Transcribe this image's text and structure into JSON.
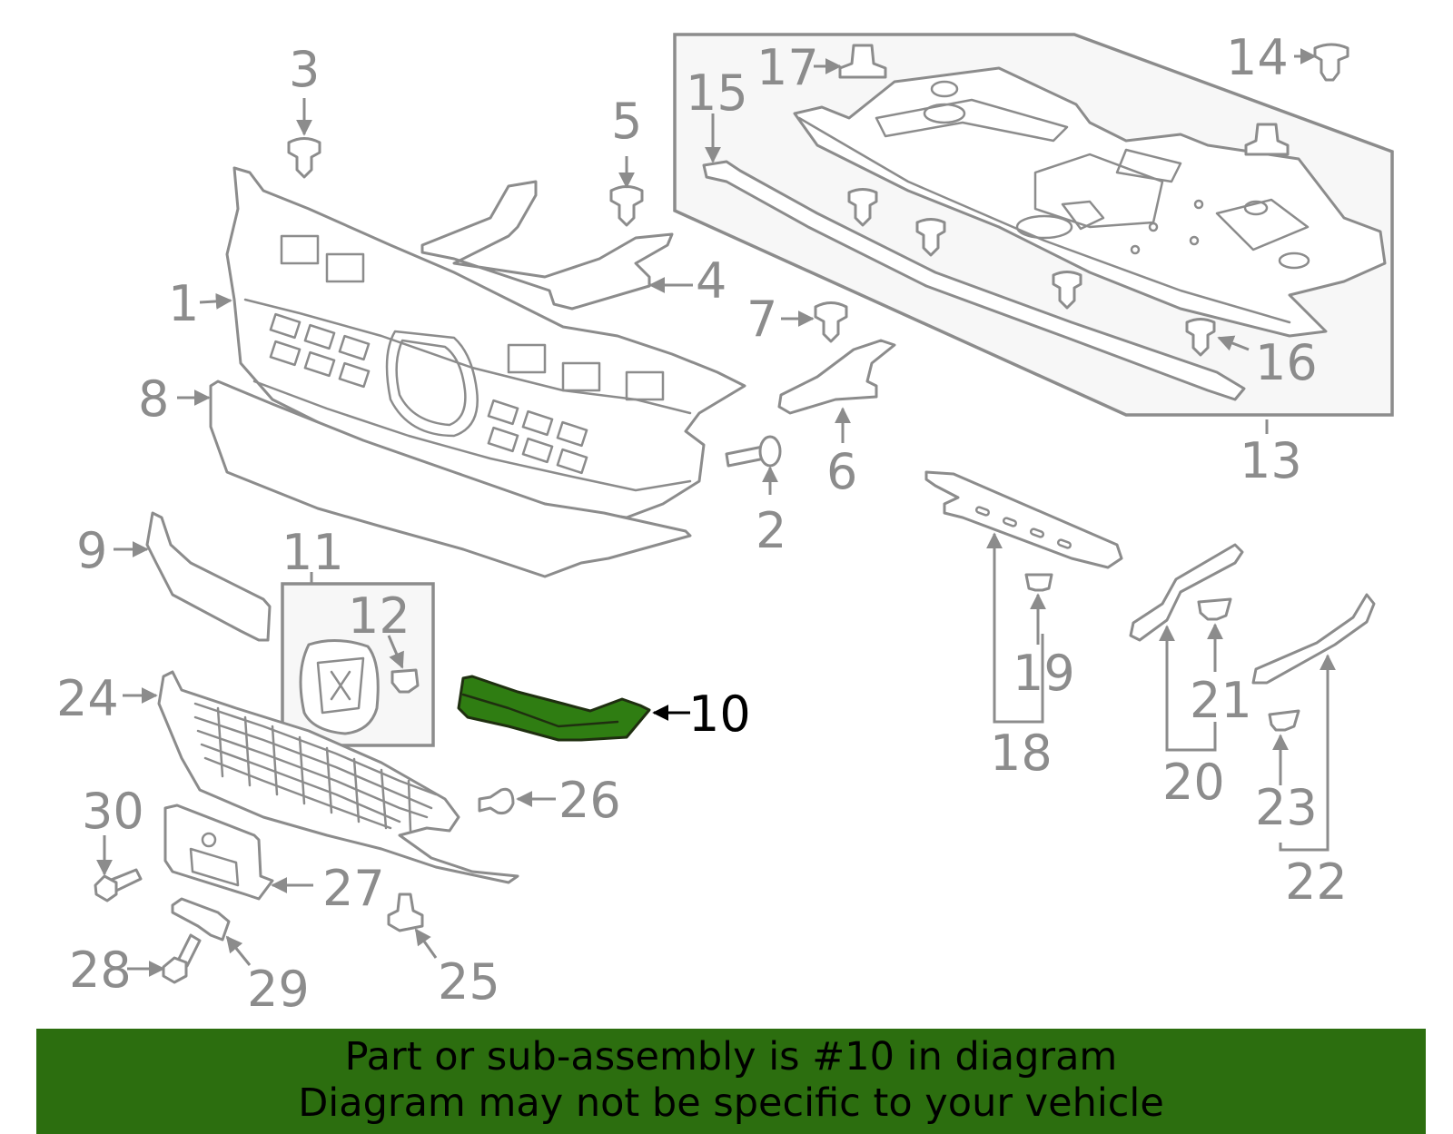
{
  "callouts": {
    "c1": "1",
    "c2": "2",
    "c3": "3",
    "c4": "4",
    "c5": "5",
    "c6": "6",
    "c7": "7",
    "c8": "8",
    "c9": "9",
    "c10": "10",
    "c11": "11",
    "c12": "12",
    "c13": "13",
    "c14": "14",
    "c15": "15",
    "c16": "16",
    "c17": "17",
    "c18": "18",
    "c19": "19",
    "c20": "20",
    "c21": "21",
    "c22": "22",
    "c23": "23",
    "c24": "24",
    "c25": "25",
    "c26": "26",
    "c27": "27",
    "c28": "28",
    "c29": "29",
    "c30": "30"
  },
  "highlighted_part": "10",
  "colors": {
    "highlight": "#2f7d12",
    "banner": "#2c6e0f",
    "line_art": "#8c8c8c"
  },
  "banner": {
    "line1": "Part or sub-assembly is #10 in diagram",
    "line2": "Diagram may not be specific to your vehicle"
  }
}
